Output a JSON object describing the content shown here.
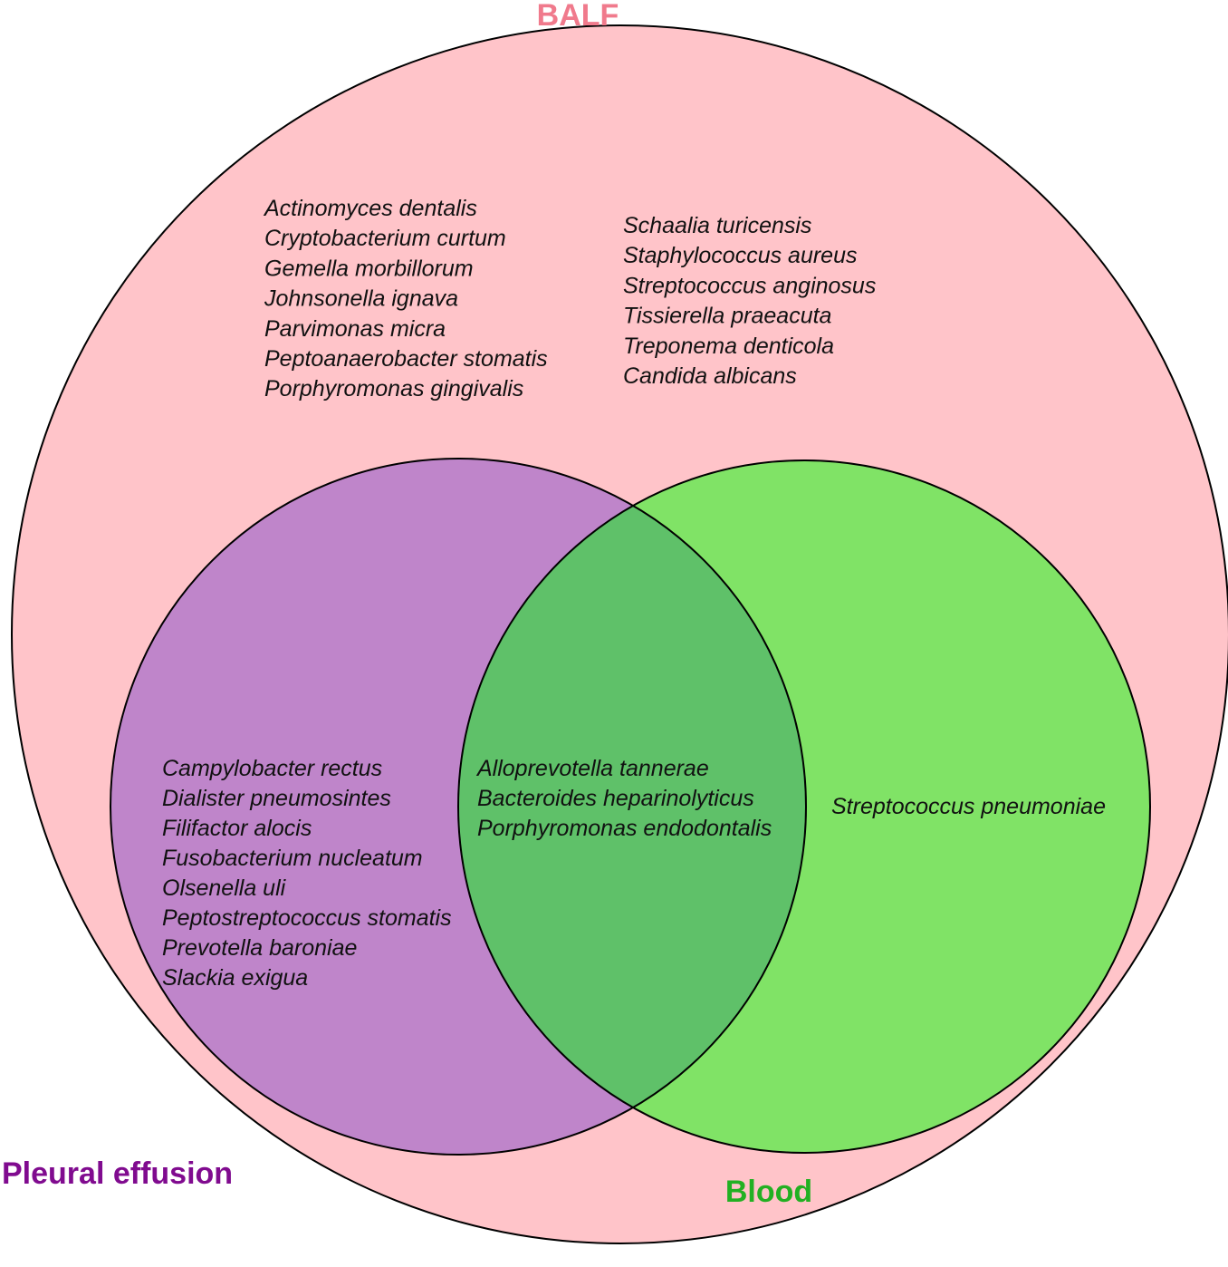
{
  "sets": {
    "balf": {
      "label": "BALF",
      "color": "#f07a8c",
      "fill": "#ffc4c9"
    },
    "pleural": {
      "label": "Pleural effusion",
      "color": "#800b8f",
      "fill": "#bf85ca"
    },
    "blood": {
      "label": "Blood",
      "color": "#22b022",
      "fill": "#80e366"
    },
    "pleural_blood_overlap_fill": "#5fc169"
  },
  "regions": {
    "balf_only_col1": [
      "Actinomyces dentalis",
      "Cryptobacterium curtum",
      "Gemella morbillorum",
      "Johnsonella ignava",
      "Parvimonas micra",
      "Peptoanaerobacter stomatis",
      "Porphyromonas gingivalis"
    ],
    "balf_only_col2": [
      "Schaalia turicensis",
      "Staphylococcus aureus",
      "Streptococcus anginosus",
      "Tissierella praeacuta",
      "Treponema denticola",
      "Candida albicans"
    ],
    "balf_pleural": [
      "Campylobacter rectus",
      "Dialister pneumosintes",
      "Filifactor alocis",
      "Fusobacterium nucleatum",
      "Olsenella uli",
      "Peptostreptococcus stomatis",
      "Prevotella baroniae",
      "Slackia exigua"
    ],
    "all_three": [
      "Alloprevotella tannerae",
      "Bacteroides heparinolyticus",
      "Porphyromonas endodontalis"
    ],
    "balf_blood": [
      "Streptococcus pneumoniae"
    ]
  }
}
